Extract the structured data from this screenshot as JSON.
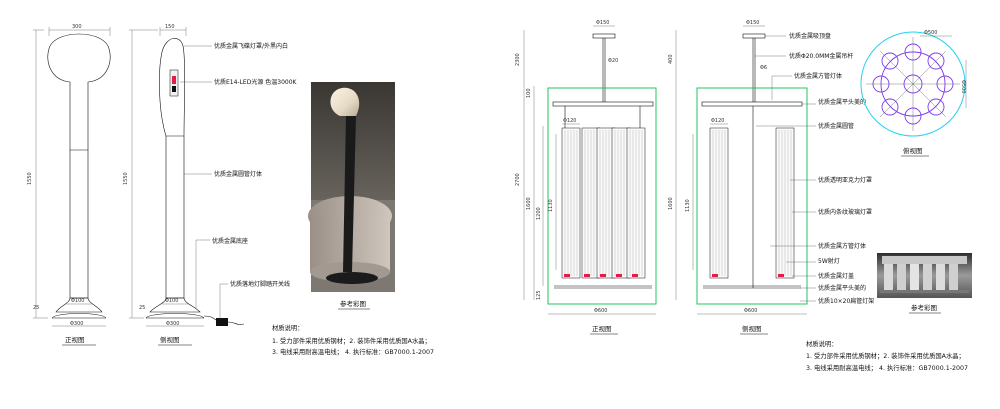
{
  "colors": {
    "green_frame": "#22c55e",
    "cyan_frame": "#22d3ee",
    "purple_lamps": "#7c3aed"
  },
  "floor_lamp": {
    "dims": {
      "front_width": "300",
      "side_width": "150",
      "front_height": "1550",
      "side_height": "1550",
      "base_thk_front": "25",
      "base_thk_side": "25",
      "tube_front": "Φ100",
      "base_front": "Φ300",
      "tube_side": "Φ100",
      "base_side": "Φ300"
    },
    "labels": [
      "优质金属飞碟灯罩/外黑内白",
      "优质E14-LED光源 色温3000K",
      "优质金属圆管灯体",
      "优质金属底座",
      "优质落地灯脚踏开关线"
    ],
    "views": {
      "front": "正视图",
      "side": "侧视图",
      "photo": "参考彩图"
    },
    "materials": {
      "title": "材质说明：",
      "line1": "1. 受力部件采用优质钢材；2. 装饰件采用优质国A水晶；",
      "line2": "3. 电线采用耐高温电线；     4. 执行标准：GB7000.1-2007"
    }
  },
  "chandelier": {
    "dims": {
      "canopy_front": "Φ150",
      "rod_front": "Φ20",
      "h_top_front": "2300",
      "h_total_front": "2700",
      "h_body_front": "1600",
      "h_glass_front": "1200",
      "h_bar_front": "100",
      "h_base_front": "125",
      "glass_front": "Φ120",
      "h_tube_front": "1130",
      "width_front": "Φ600",
      "canopy_side": "Φ150",
      "h_top_side": "400",
      "h_body_side": "1600",
      "glass_side": "Φ120",
      "h_tube_side": "1130",
      "width_side": "Φ600",
      "plan_outer": "Φ500",
      "plan_inner": "Φ500"
    },
    "labels": [
      "优质金属吸顶盘",
      "优质Φ20.0MM金属吊杆",
      "优质金属方管灯体",
      "优质金属平头美的",
      "优质金属圆管",
      "优质透明亚克力灯罩",
      "优质内条纹玻璃灯罩",
      "优质金属方管灯体",
      "5W射灯",
      "优质金属灯盖",
      "优质金属平头美的",
      "优质10×20扁管灯架"
    ],
    "label_extra": "Φ6",
    "views": {
      "front": "正视图",
      "side": "侧视图",
      "plan": "俯视图",
      "photo": "参考彩图"
    },
    "materials": {
      "title": "材质说明：",
      "line1": "1. 受力部件采用优质钢材；2. 装饰件采用优质国A水晶；",
      "line2": "3. 电线采用耐高温电线；     4. 执行标准：GB7000.1-2007"
    }
  }
}
